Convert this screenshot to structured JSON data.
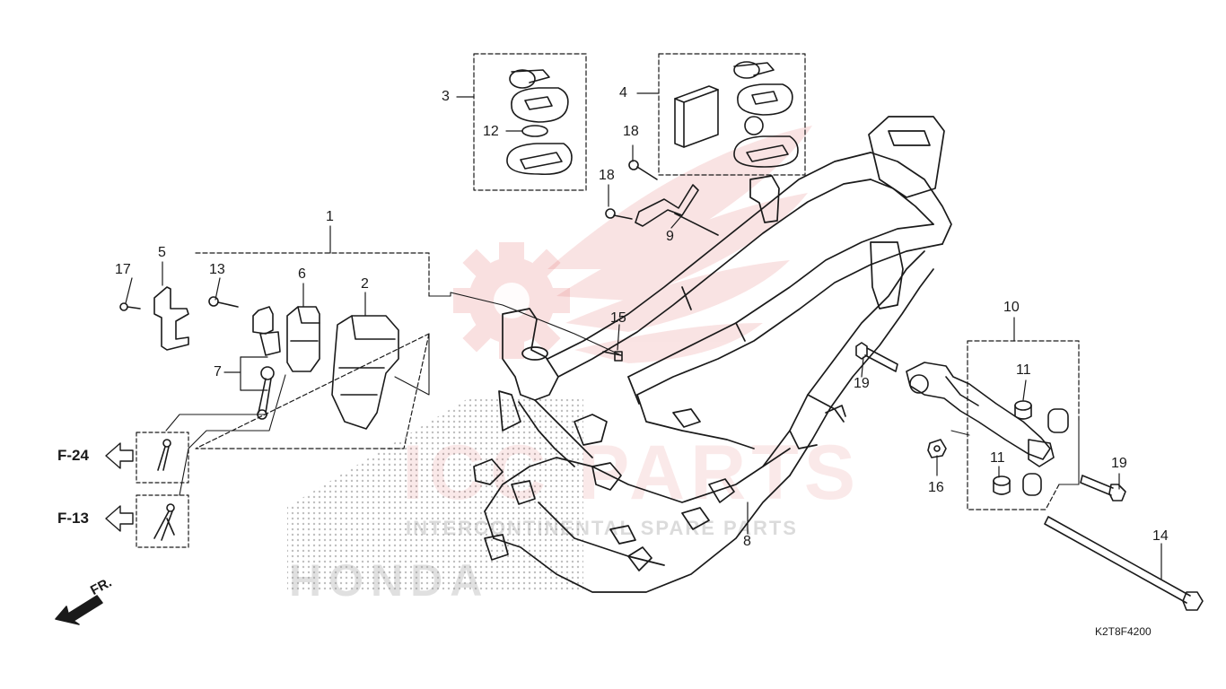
{
  "diagram_code": "K2T8F4200",
  "front_indicator": "FR.",
  "references": [
    {
      "id": "f24",
      "text": "F-24"
    },
    {
      "id": "f13",
      "text": "F-13"
    }
  ],
  "callouts": [
    "1",
    "2",
    "3",
    "4",
    "5",
    "6",
    "7",
    "8",
    "9",
    "10",
    "11",
    "11",
    "12",
    "13",
    "14",
    "15",
    "16",
    "17",
    "18",
    "18",
    "19",
    "19"
  ],
  "watermark": {
    "brand": "ICC PARTS",
    "tagline": "INTERCONTINENTAL SPARE PARTS",
    "maker": "HONDA"
  },
  "colors": {
    "line": "#1a1a1a",
    "watermark_red": "#e05a5a",
    "watermark_gray": "#9a9a9a"
  }
}
